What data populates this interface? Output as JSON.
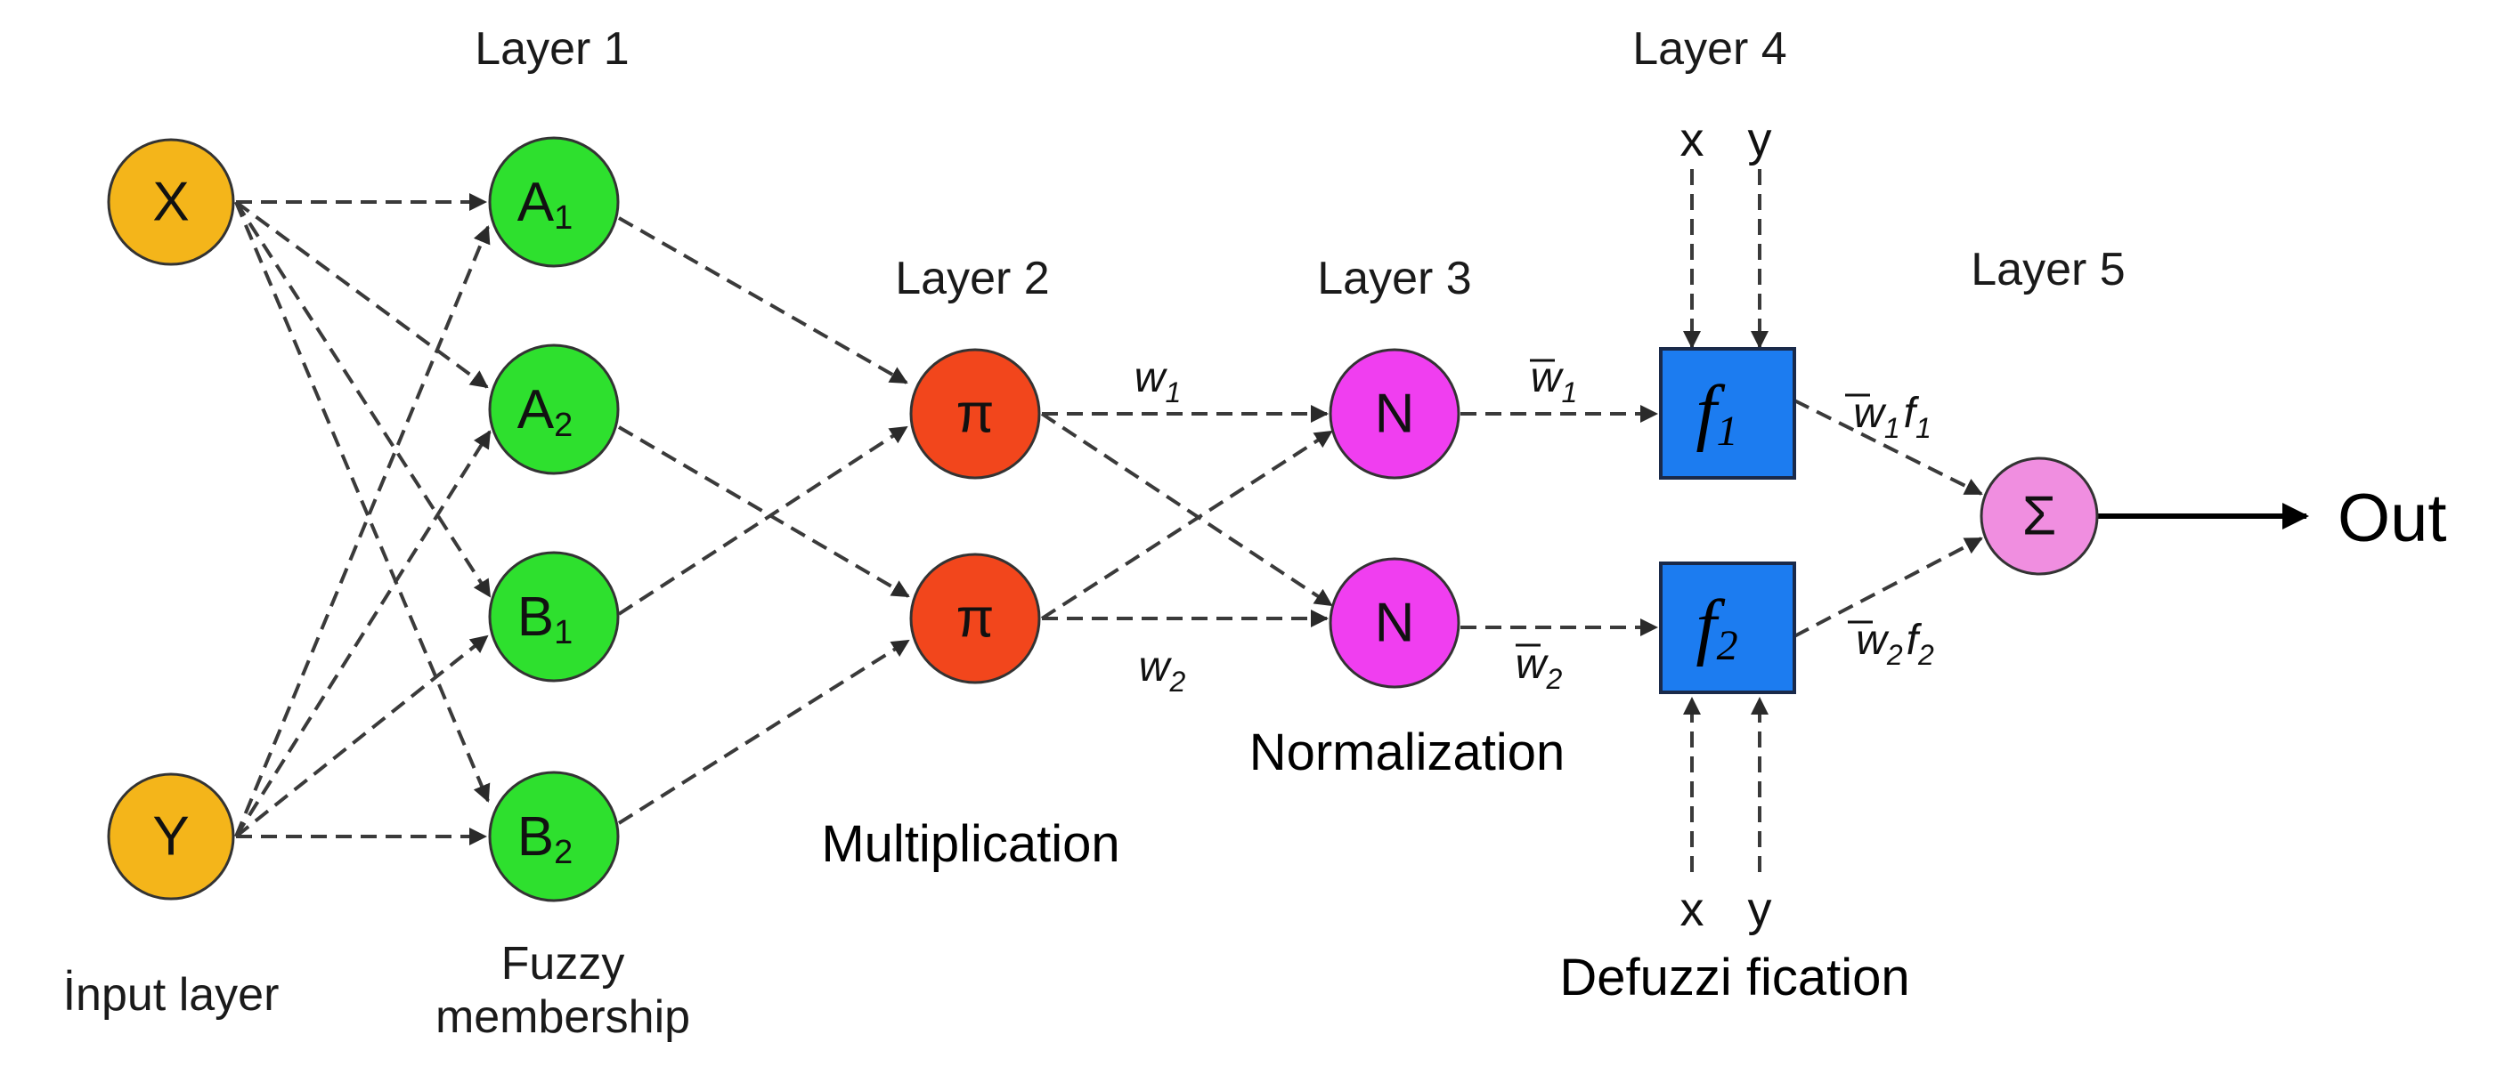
{
  "layer_labels": {
    "layer1": "Layer 1",
    "layer2": "Layer 2",
    "layer3": "Layer 3",
    "layer4": "Layer 4",
    "layer5": "Layer 5"
  },
  "captions": {
    "input": "İnput layer",
    "fuzzy_line1": "Fuzzy",
    "fuzzy_line2": "membership",
    "multiplication": "Multiplication",
    "normalization": "Normalization",
    "defuzzification": "Defuzzi fication"
  },
  "inputs": [
    {
      "label": "X"
    },
    {
      "label": "Y"
    }
  ],
  "membership": [
    {
      "base": "A",
      "sub": "1"
    },
    {
      "base": "A",
      "sub": "2"
    },
    {
      "base": "B",
      "sub": "1"
    },
    {
      "base": "B",
      "sub": "2"
    }
  ],
  "products": [
    {
      "label": "π"
    },
    {
      "label": "π"
    }
  ],
  "norms": [
    {
      "label": "N"
    },
    {
      "label": "N"
    }
  ],
  "rules": [
    {
      "base": "f",
      "sub": "1"
    },
    {
      "base": "f",
      "sub": "2"
    }
  ],
  "sum": {
    "label": "Σ"
  },
  "output": {
    "label": "Out"
  },
  "edge_labels": {
    "w1": {
      "base": "w",
      "sub": "1"
    },
    "w2": {
      "base": "w",
      "sub": "2"
    },
    "wbar1": {
      "base": "w",
      "sub": "1"
    },
    "wbar2": {
      "base": "w",
      "sub": "2"
    },
    "wf1": {
      "base": "w",
      "sub": "1",
      "base2": "f",
      "sub2": "1"
    },
    "wf2": {
      "base": "w",
      "sub": "2",
      "base2": "f",
      "sub2": "2"
    }
  },
  "rule_inputs": {
    "top_x": "x",
    "top_y": "y",
    "bottom_x": "x",
    "bottom_y": "y"
  },
  "colors": {
    "input": "#f4b51a",
    "membership": "#2ee02e",
    "product": "#f2461c",
    "norm": "#f03ef0",
    "rule": "#1c7cf0",
    "sum": "#f08ee0"
  }
}
